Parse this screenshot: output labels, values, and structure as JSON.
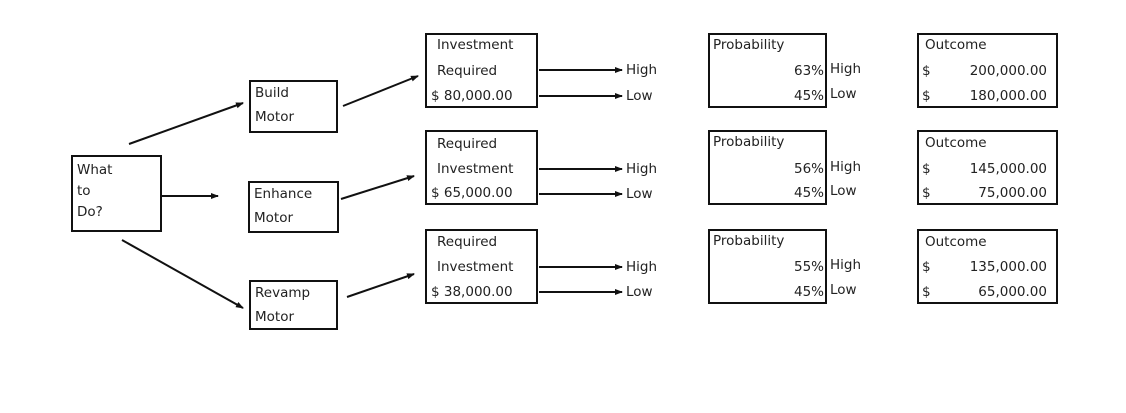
{
  "decision": {
    "line1": "What",
    "line2": "to",
    "line3": "Do?"
  },
  "options": [
    {
      "line1": "Build",
      "line2": "Motor",
      "inv_line1": "Investment",
      "inv_line2": "Required",
      "inv_amount": "$  80,000.00",
      "high_label": "High",
      "low_label": "Low",
      "prob_title": "Probability",
      "prob_high": "63%",
      "prob_low": "45%",
      "outcome_title": "Outcome",
      "currency": "$",
      "outcome_high": "200,000.00",
      "outcome_low": "180,000.00"
    },
    {
      "line1": "Enhance",
      "line2": "Motor",
      "inv_line1": "Required",
      "inv_line2": "Investment",
      "inv_amount": "$  65,000.00",
      "high_label": "High",
      "low_label": "Low",
      "prob_title": "Probability",
      "prob_high": "56%",
      "prob_low": "45%",
      "outcome_title": "Outcome",
      "currency": "$",
      "outcome_high": "145,000.00",
      "outcome_low": "75,000.00"
    },
    {
      "line1": "Revamp",
      "line2": "Motor",
      "inv_line1": "Required",
      "inv_line2": "Investment",
      "inv_amount": "$  38,000.00",
      "high_label": "High",
      "low_label": "Low",
      "prob_title": "Probability",
      "prob_high": "55%",
      "prob_low": "45%",
      "outcome_title": "Outcome",
      "currency": "$",
      "outcome_high": "135,000.00",
      "outcome_low": "65,000.00"
    }
  ]
}
